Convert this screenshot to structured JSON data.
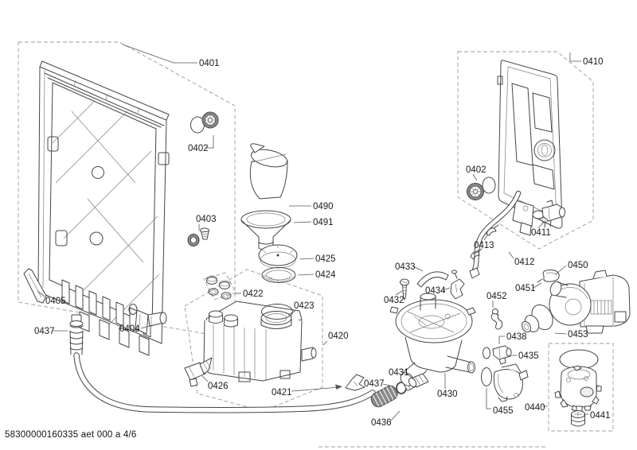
{
  "page": {
    "footer": "58300000160335 aet 000 a 4/6",
    "colors": {
      "background": "#ffffff",
      "outline": "#454545",
      "dashed_box": "#9b9b9b",
      "label_text": "#1a1a1a",
      "leader": "#555555",
      "shade": "#8a8a8a"
    }
  },
  "diagram": {
    "type": "exploded-parts-diagram",
    "part_labels": {
      "p0401": "0401",
      "p0402": "0402",
      "p0403": "0403",
      "p0404": "0404",
      "p0405": "0405",
      "p0410": "0410",
      "p0411": "0411",
      "p0412": "0412",
      "p0413": "0413",
      "p0420": "0420",
      "p0421": "0421",
      "p0422": "0422",
      "p0423": "0423",
      "p0424": "0424",
      "p0425": "0425",
      "p0426": "0426",
      "p0430": "0430",
      "p0431": "0431",
      "p0432": "0432",
      "p0433": "0433",
      "p0434": "0434",
      "p0435": "0435",
      "p0436": "0436",
      "p0437": "0437",
      "p0438": "0438",
      "p0440": "0440",
      "p0441": "0441",
      "p0450": "0450",
      "p0451": "0451",
      "p0452": "0452",
      "p0453": "0453",
      "p0455": "0455",
      "p0490": "0490",
      "p0491": "0491"
    }
  }
}
